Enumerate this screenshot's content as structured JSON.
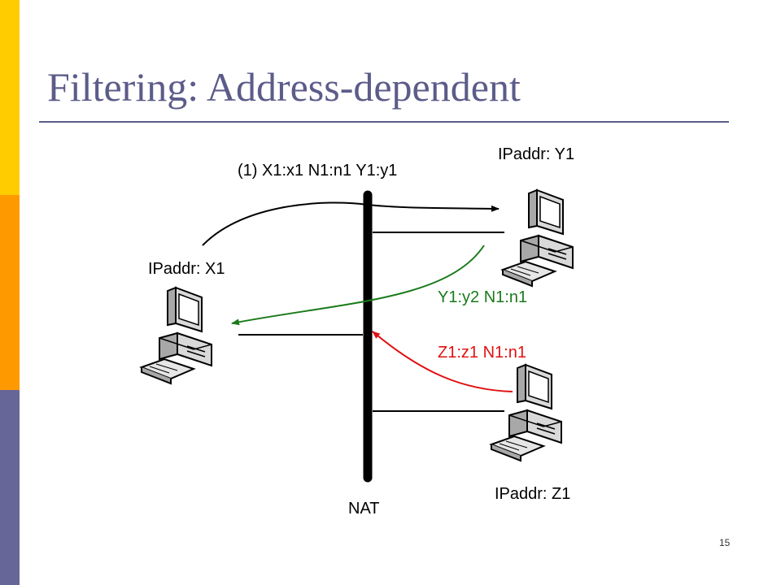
{
  "slide": {
    "title": "Filtering: Address-dependent",
    "page_number": "15"
  },
  "diagram": {
    "nat_label": "NAT",
    "host_x1_label": "IPaddr: X1",
    "host_y1_label": "IPaddr: Y1",
    "host_z1_label": "IPaddr: Z1",
    "outbound_packet": "(1) X1:x1  N1:n1 Y1:y1",
    "reply_y1_packet": "Y1:y2 N1:n1",
    "reply_z1_packet": "Z1:z1 N1:n1",
    "colors": {
      "outbound": "#000000",
      "reply_y1": "#1a7a1a",
      "reply_z1": "#e01010",
      "title": "#5c5c8a"
    }
  }
}
